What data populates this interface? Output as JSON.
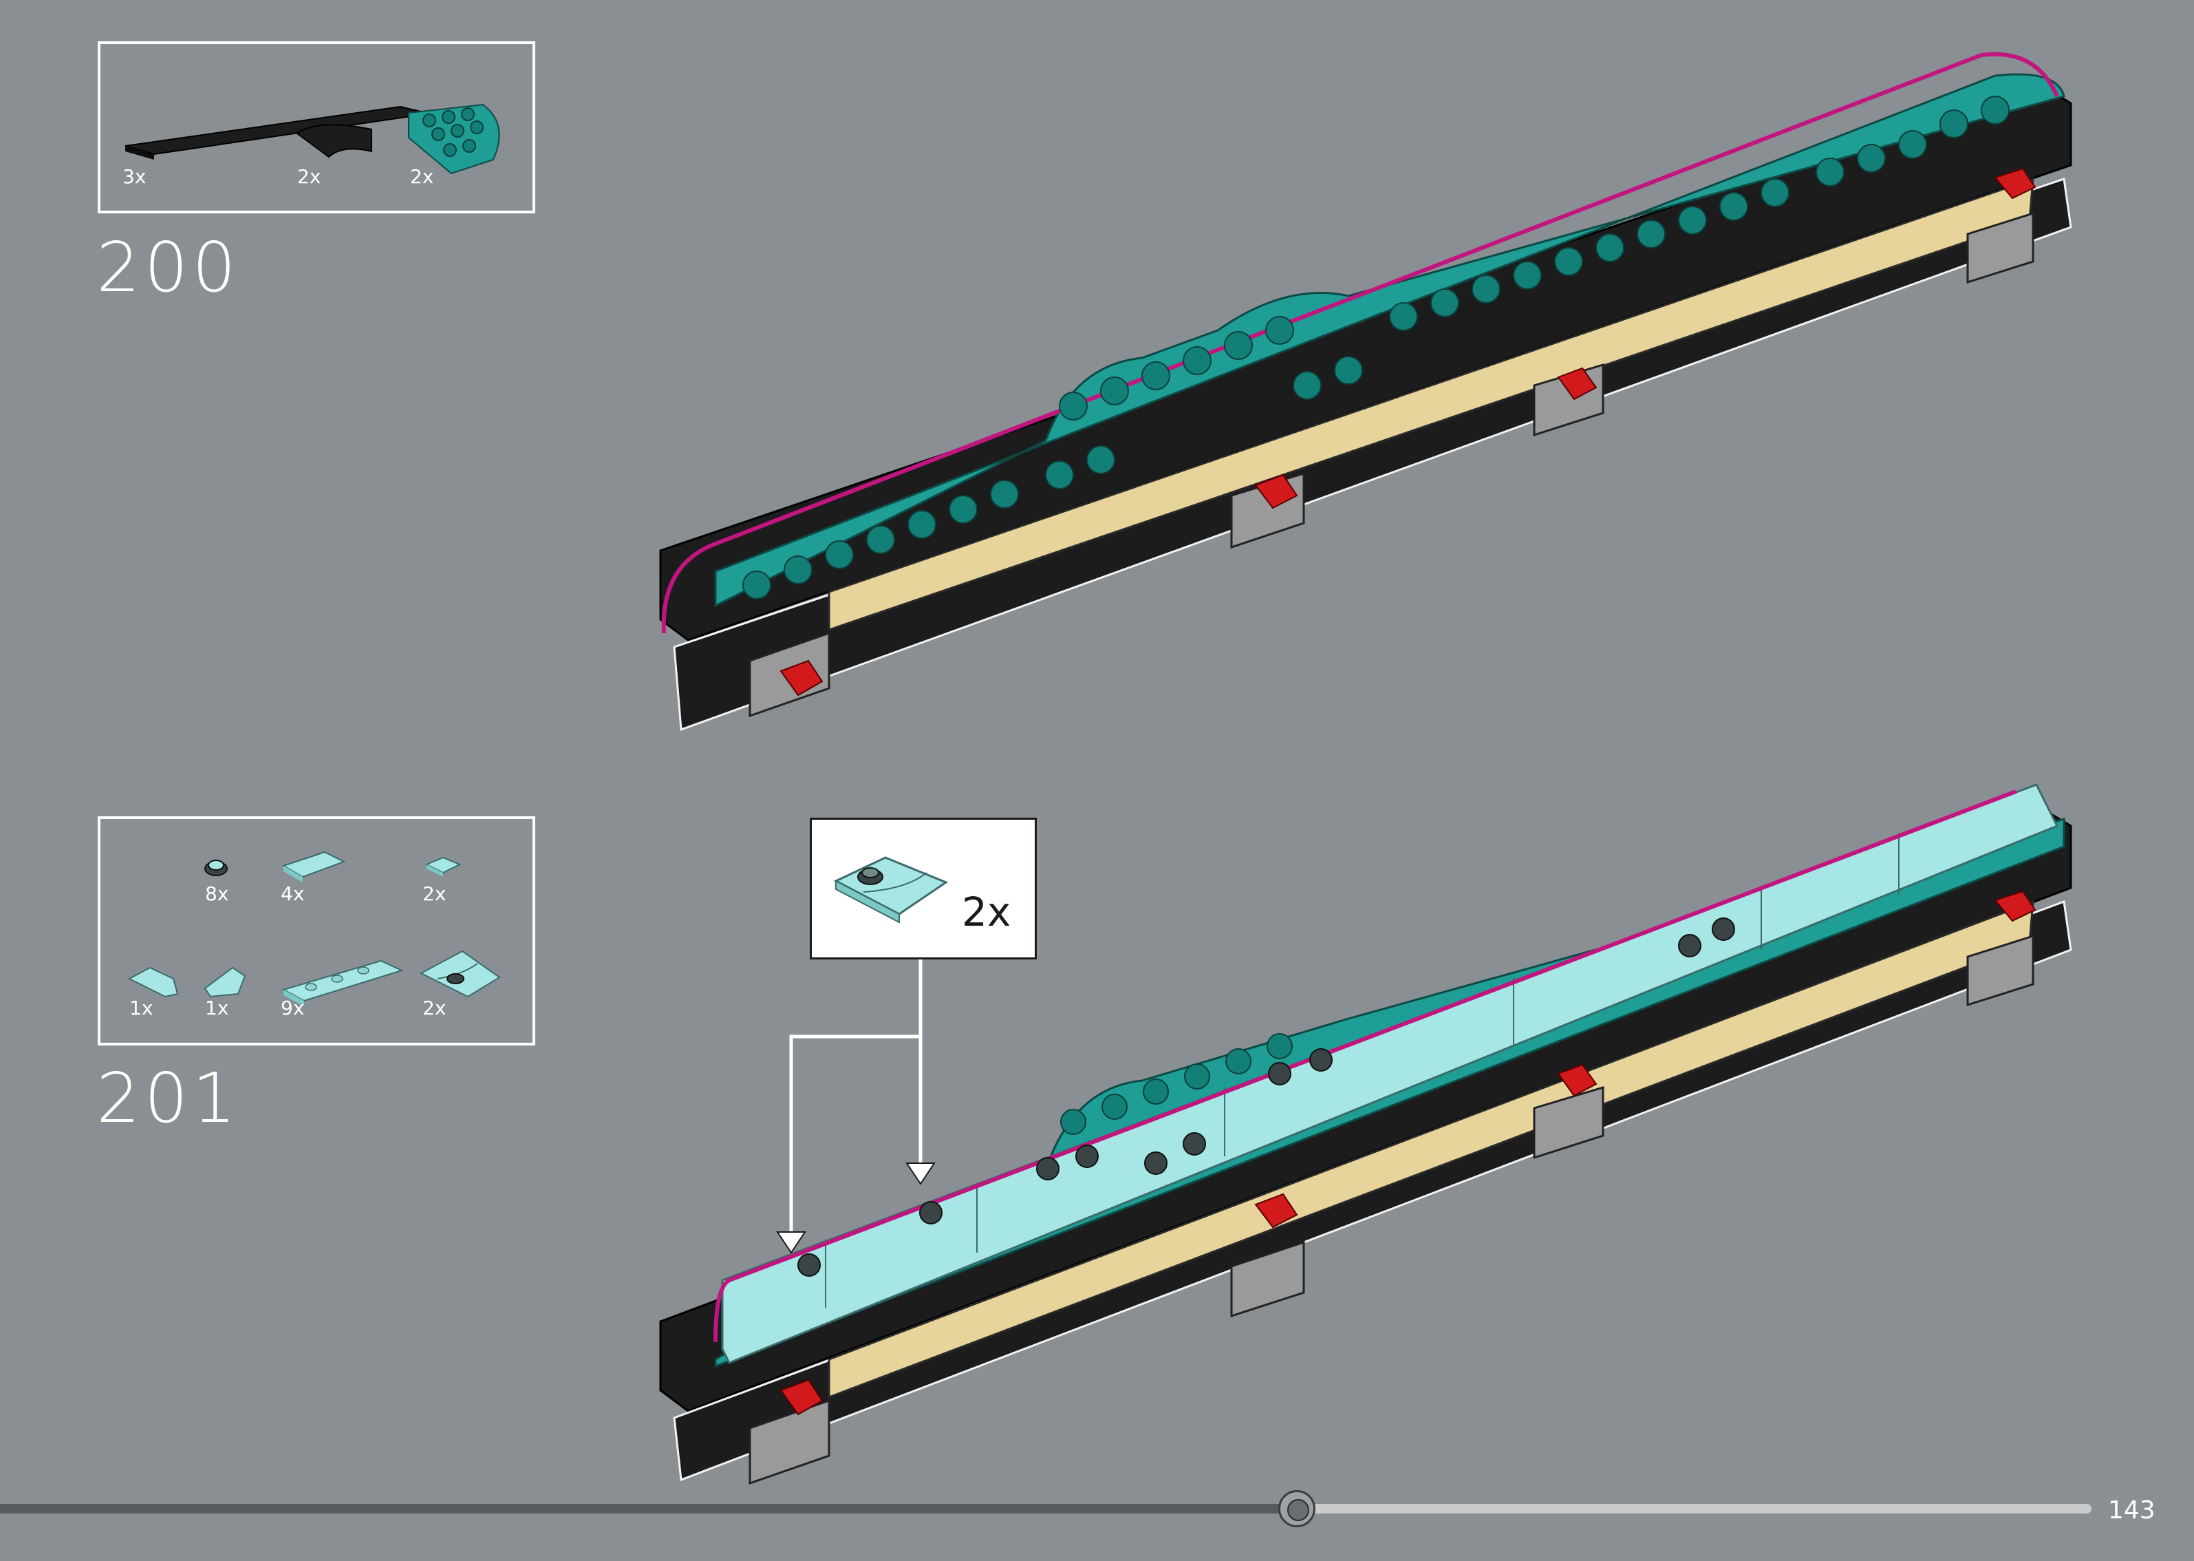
{
  "steps": [
    {
      "number": "200",
      "parts": [
        {
          "qty": "3x",
          "name": "black-tile-long"
        },
        {
          "qty": "2x",
          "name": "black-curved-tile"
        },
        {
          "qty": "2x",
          "name": "teal-round-plate"
        }
      ]
    },
    {
      "number": "201",
      "parts": [
        {
          "qty": "8x",
          "name": "dark-round-stud"
        },
        {
          "qty": "4x",
          "name": "trans-clear-tile"
        },
        {
          "qty": "2x",
          "name": "trans-clear-small-tile"
        },
        {
          "qty": "1x",
          "name": "trans-clear-wedge-left"
        },
        {
          "qty": "1x",
          "name": "trans-clear-wedge-right"
        },
        {
          "qty": "9x",
          "name": "trans-clear-long-plate"
        },
        {
          "qty": "2x",
          "name": "trans-clear-curved-plate"
        }
      ],
      "callout": {
        "qty": "2x"
      }
    }
  ],
  "footer": {
    "page_number": "143",
    "progress": 0.62
  },
  "colors": {
    "background": "#8a8f93",
    "teal": "#1e9e94",
    "trans_clear": "#a6e6e4",
    "tan": "#e6d49b",
    "black": "#1c1c1c",
    "highlight_outline": "#c2157f",
    "red_pin": "#d2191b"
  }
}
